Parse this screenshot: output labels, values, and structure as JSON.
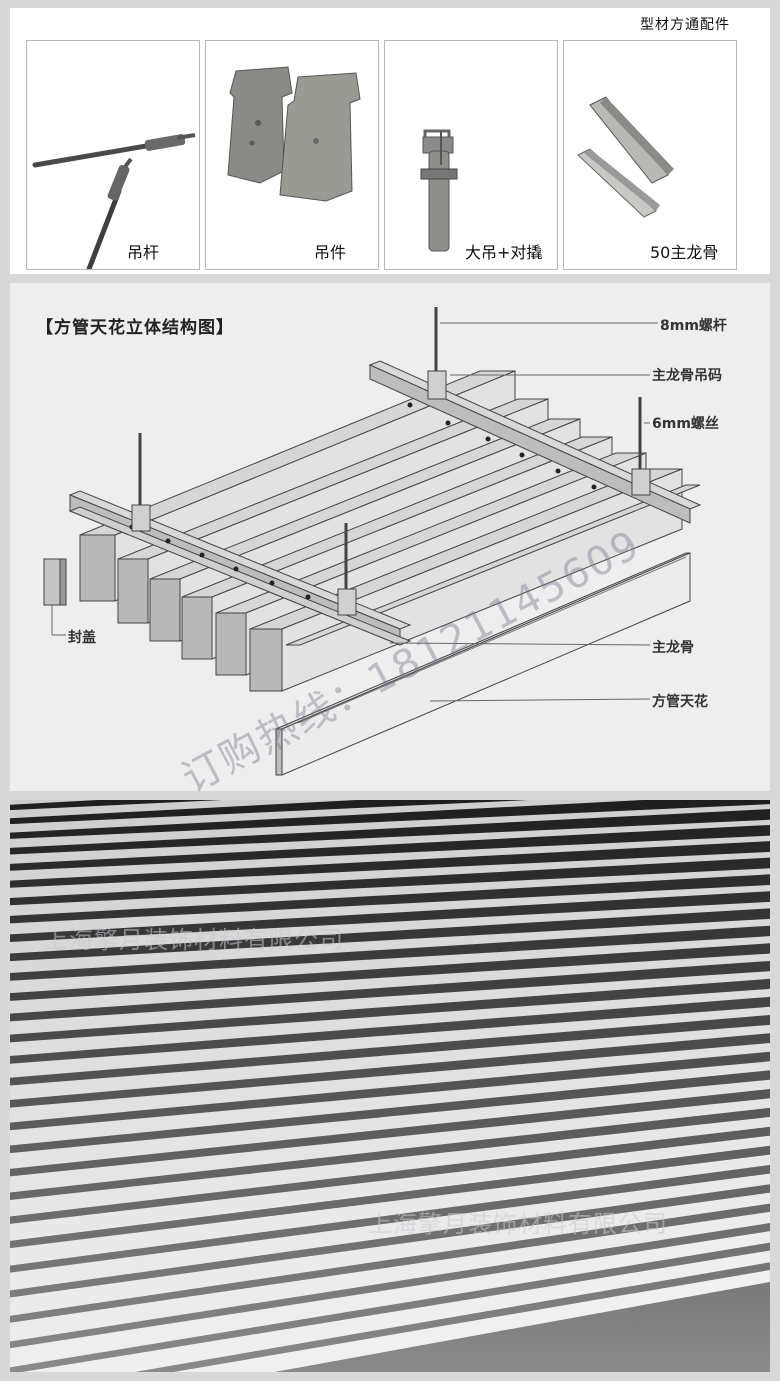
{
  "accessories": {
    "header": "型材方通配件",
    "items": [
      {
        "label": "吊杆"
      },
      {
        "label": "吊件"
      },
      {
        "label": "大吊+对撬"
      },
      {
        "label": "50主龙骨"
      }
    ]
  },
  "diagram": {
    "title": "【方管天花立体结构图】",
    "callouts": {
      "rod": "8mm螺杆",
      "hanger": "主龙骨吊码",
      "screw": "6mm螺丝",
      "cap": "封盖",
      "main_keel": "主龙骨",
      "tube": "方管天花"
    },
    "watermark": "订购热线：18121145609"
  },
  "photo": {
    "watermark_top": "上海擎月装饰材料有限公司",
    "watermark_bottom": "上海擎月装饰材料有限公司"
  }
}
